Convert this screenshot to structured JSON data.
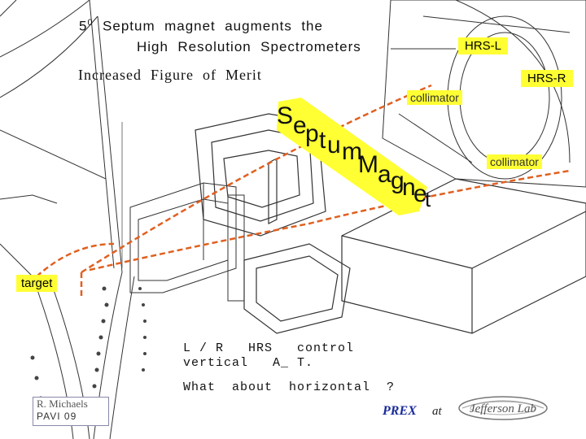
{
  "title": {
    "line1_num": "5",
    "line1_sup": "0",
    "line1_rest": "Septum  magnet  augments  the",
    "line2": "High  Resolution  Spectrometers",
    "subtitle": "Increased  Figure  of  Merit"
  },
  "labels": {
    "hrs_left": "HRS-L",
    "hrs_right": "HRS-R",
    "collimator_top": "collimator",
    "collimator_right": "collimator",
    "target": "target"
  },
  "septum_magnet_letters": [
    "S",
    "e",
    "p",
    "t",
    "u",
    "m",
    "M",
    "a",
    "g",
    "n",
    "e",
    "t"
  ],
  "notes": {
    "control_line1": "L / R   HRS   control",
    "control_line2": "vertical   A_ T.",
    "question": "What  about  horizontal  ?"
  },
  "footer": {
    "author": "R. Michaels",
    "event": "PAVI  09",
    "prex": "PREX",
    "at": "at",
    "lab_logo": "Jefferson Lab"
  },
  "colors": {
    "highlight_yellow": "#ffff33",
    "beam_orange": "#e06020",
    "prex_blue": "#1a2a9a"
  }
}
